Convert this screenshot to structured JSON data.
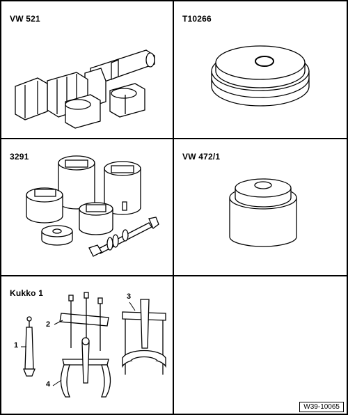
{
  "cells": {
    "vw521": {
      "title": "VW 521"
    },
    "t10266": {
      "title": "T10266"
    },
    "t3291": {
      "title": "3291"
    },
    "vw472": {
      "title": "VW 472/1"
    },
    "kukko": {
      "title": "Kukko 1",
      "callouts": [
        "1",
        "2",
        "3",
        "4"
      ]
    }
  },
  "figure_ref": "W39-10065"
}
